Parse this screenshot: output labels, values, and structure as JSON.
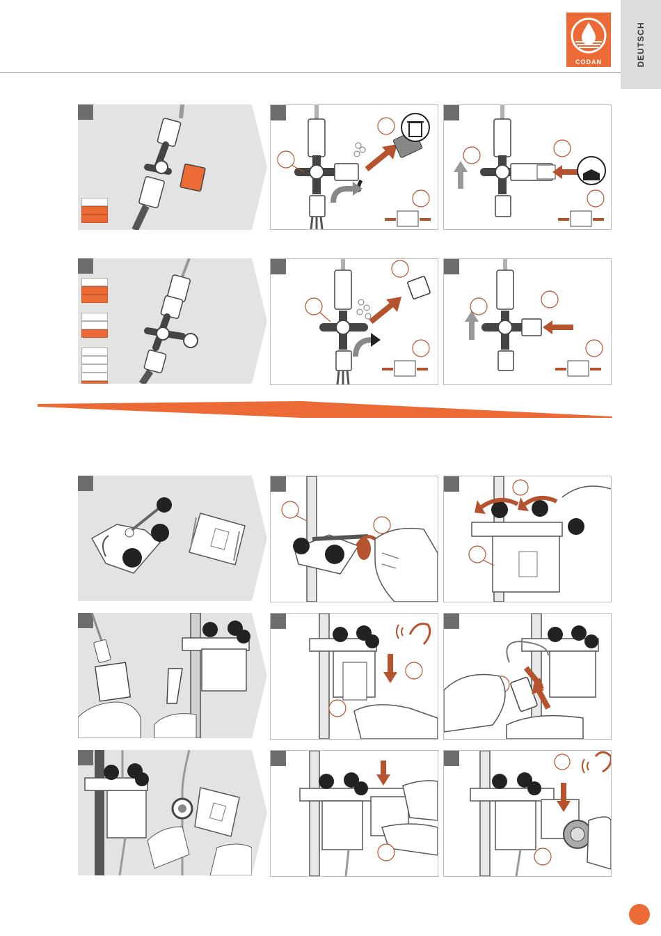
{
  "header": {
    "language_tab": "DEUTSCH",
    "logo_text": "CODAN"
  },
  "colors": {
    "accent": "#ec6a35",
    "accent_dark": "#b5532e",
    "panel_gray": "#e3e3e3",
    "step_tag": "#6d6d6d",
    "line": "#9a9a9a"
  },
  "icons": {
    "logo": "codan-drop-logo",
    "trash": "trash-icon",
    "box": "box-icon",
    "ear": "ear-icon",
    "arrow": "arrow-icon"
  }
}
